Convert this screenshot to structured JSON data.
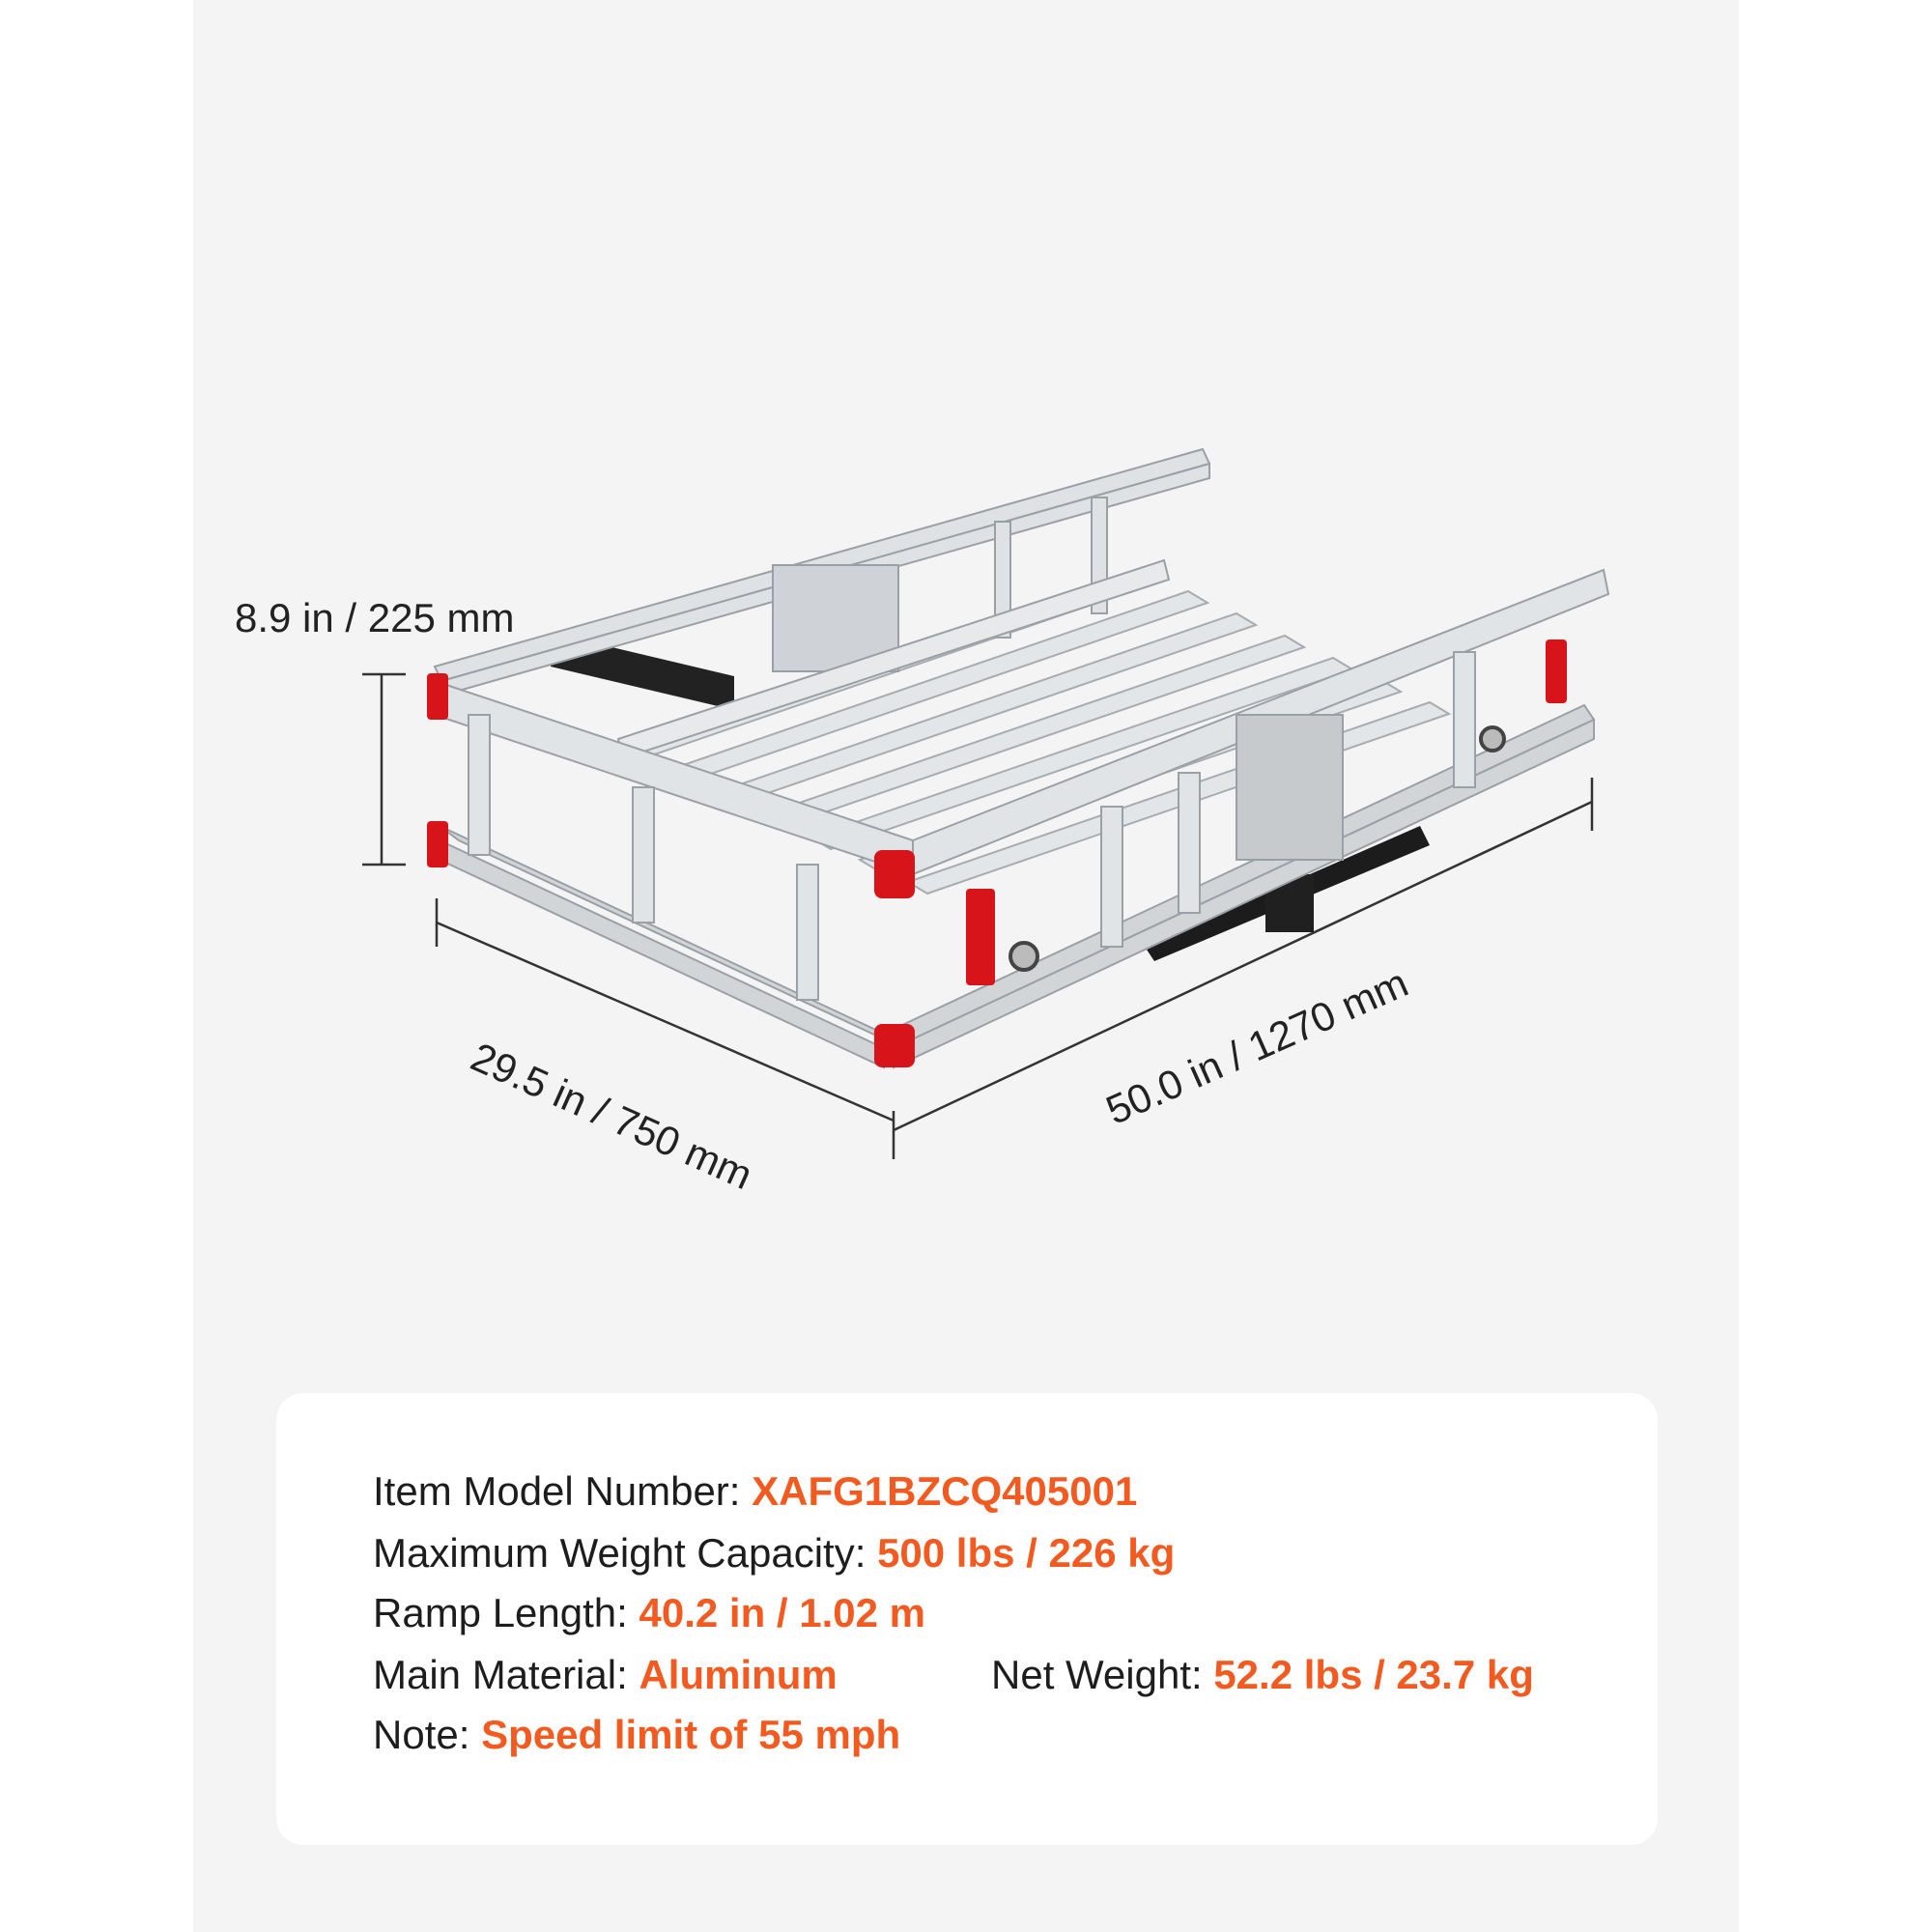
{
  "dimensions": {
    "height": "8.9 in / 225 mm",
    "width": "29.5 in / 750 mm",
    "length": "50.0 in / 1270 mm"
  },
  "specs": {
    "model_label": "Item Model Number:",
    "model_value": "XAFG1BZCQ405001",
    "capacity_label": "Maximum Weight Capacity:",
    "capacity_value": "500 lbs / 226 kg",
    "ramp_label": "Ramp Length:",
    "ramp_value": "40.2 in / 1.02 m",
    "material_label": "Main Material:",
    "material_value": "Aluminum",
    "net_weight_label": "Net Weight:",
    "net_weight_value": "52.2 lbs / 23.7 kg",
    "note_label": "Note:",
    "note_value": "Speed limit of 55 mph"
  },
  "colors": {
    "accent": "#f25a1f",
    "reflector": "#d8141b",
    "aluminum": "#d9dcdf",
    "background_panel": "#f4f4f4"
  }
}
